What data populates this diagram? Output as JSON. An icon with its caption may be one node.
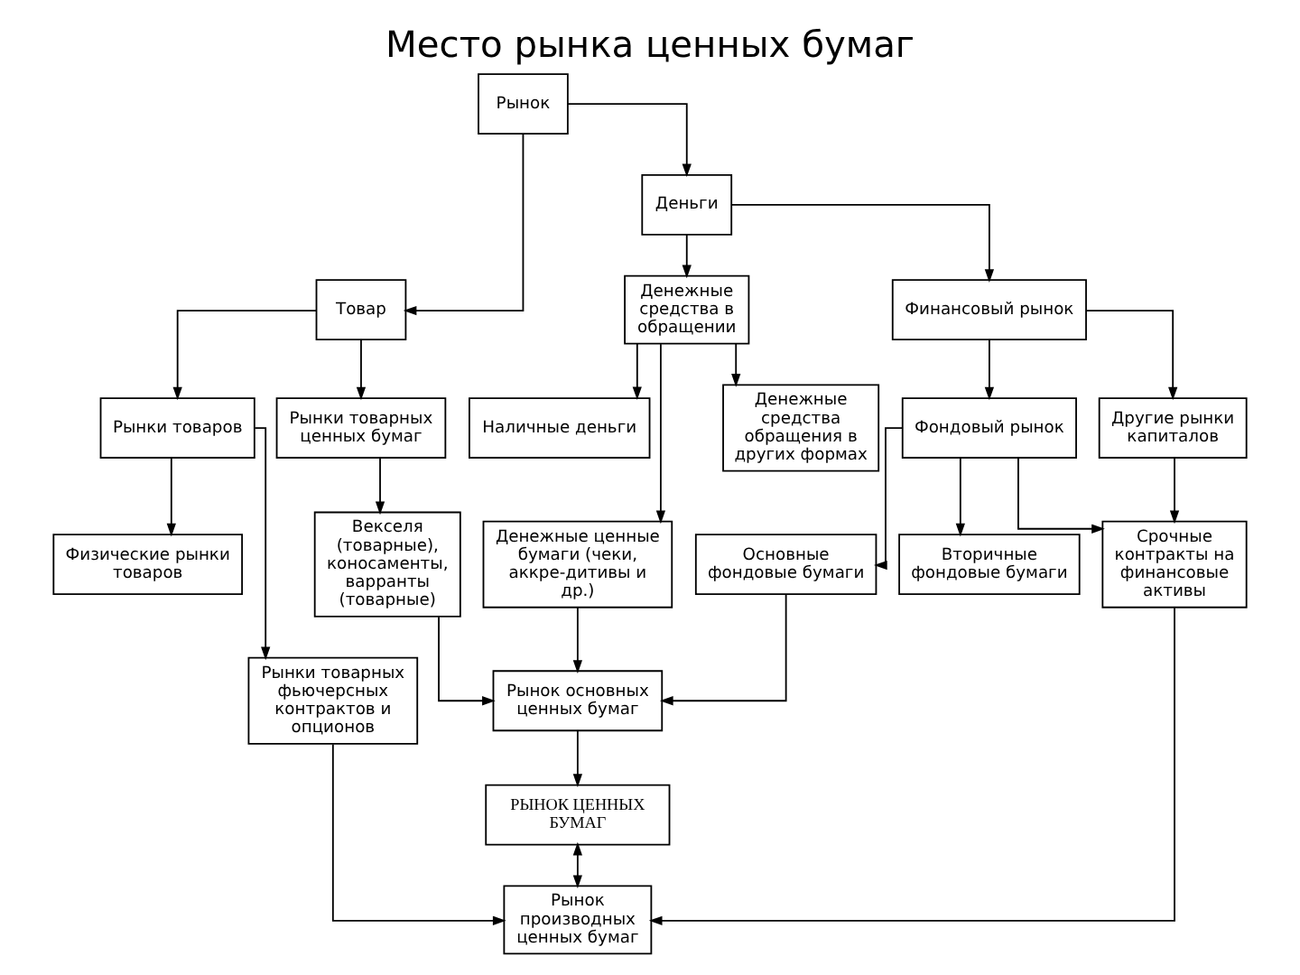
{
  "diagram": {
    "title": "Место рынка ценных бумаг",
    "nodes": [
      {
        "text": [
          "Рынок"
        ]
      },
      {
        "text": [
          "Товар"
        ]
      },
      {
        "text": [
          "Деньги"
        ]
      },
      {
        "text": [
          "Рынки товаров"
        ]
      },
      {
        "text": [
          "Рынки товарных ценных бумаг"
        ]
      },
      {
        "text": [
          "Денежные средства в обращении"
        ]
      },
      {
        "text": [
          "Финансовый рынок"
        ]
      },
      {
        "text": [
          "Физические рынки товаров"
        ]
      },
      {
        "text": [
          "Рынки товарных фьючерсных контрактов и опционов"
        ]
      },
      {
        "text": [
          "Векселя (товарные), коносаменты, варранты (товарные)"
        ]
      },
      {
        "text": [
          "Наличные деньги"
        ]
      },
      {
        "text": [
          "Денежные ценные бумаги (чеки, аккре-дитивы и др.)"
        ]
      },
      {
        "text": [
          "Денежные средства обращения в других формах"
        ]
      },
      {
        "text": [
          "Фондовый рынок"
        ]
      },
      {
        "text": [
          "Другие рынки капиталов"
        ]
      },
      {
        "text": [
          "Рынок основных ценных бумаг"
        ]
      },
      {
        "text": [
          "РЫНОК ЦЕННЫХ БУМАГ"
        ]
      },
      {
        "text": [
          "Основные фондовые бумаги"
        ]
      },
      {
        "text": [
          "Вторичные фондовые бумаги"
        ]
      },
      {
        "text": [
          "Срочные контракты на финансовые активы"
        ]
      },
      {
        "text": [
          "Рынок производных ценных бумаг"
        ]
      }
    ],
    "edges": [
      {
        "from": 0,
        "to": 1,
        "arrow": "to"
      },
      {
        "from": 0,
        "to": 2,
        "arrow": "to"
      },
      {
        "from": 1,
        "to": 3,
        "arrow": "to"
      },
      {
        "from": 1,
        "to": 4,
        "arrow": "to"
      },
      {
        "from": 2,
        "to": 5,
        "arrow": "to"
      },
      {
        "from": 2,
        "to": 6,
        "arrow": "to"
      },
      {
        "from": 3,
        "to": 7,
        "arrow": "to"
      },
      {
        "from": 3,
        "to": 8,
        "arrow": "to"
      },
      {
        "from": 4,
        "to": 9,
        "arrow": "to"
      },
      {
        "from": 5,
        "to": 10,
        "arrow": "to"
      },
      {
        "from": 5,
        "to": 11,
        "arrow": "to"
      },
      {
        "from": 5,
        "to": 12,
        "arrow": "to"
      },
      {
        "from": 6,
        "to": 13,
        "arrow": "to"
      },
      {
        "from": 6,
        "to": 14,
        "arrow": "to"
      },
      {
        "from": 9,
        "to": 15,
        "arrow": "to"
      },
      {
        "from": 11,
        "to": 15,
        "arrow": "to"
      },
      {
        "from": 13,
        "to": 17,
        "arrow": "to"
      },
      {
        "from": 13,
        "to": 18,
        "arrow": "to"
      },
      {
        "from": 13,
        "to": 19,
        "arrow": "to"
      },
      {
        "from": 14,
        "to": 19,
        "arrow": "to"
      },
      {
        "from": 17,
        "to": 15,
        "arrow": "to"
      },
      {
        "from": 15,
        "to": 16,
        "arrow": "to"
      },
      {
        "from": 16,
        "to": 20,
        "arrow": "both"
      },
      {
        "from": 8,
        "to": 20,
        "arrow": "to"
      },
      {
        "from": 19,
        "to": 20,
        "arrow": "to"
      }
    ]
  }
}
